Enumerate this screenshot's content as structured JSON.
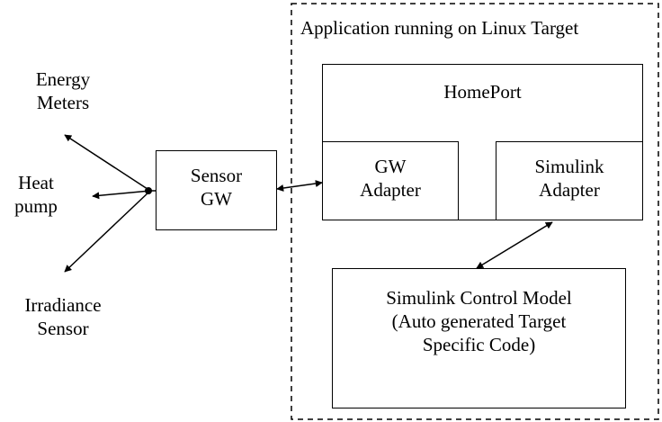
{
  "container": {
    "title": "Application running on Linux Target"
  },
  "blocks": {
    "homeport": "HomePort",
    "gw_adapter": "GW\nAdapter",
    "simulink_adapter": "Simulink\nAdapter",
    "control_model": "Simulink Control Model\n(Auto generated Target\nSpecific Code)",
    "sensor_gw": "Sensor\nGW"
  },
  "devices": {
    "energy_meters": "Energy\nMeters",
    "heat_pump": "Heat\npump",
    "irradiance_sensor": "Irradiance\nSensor"
  }
}
